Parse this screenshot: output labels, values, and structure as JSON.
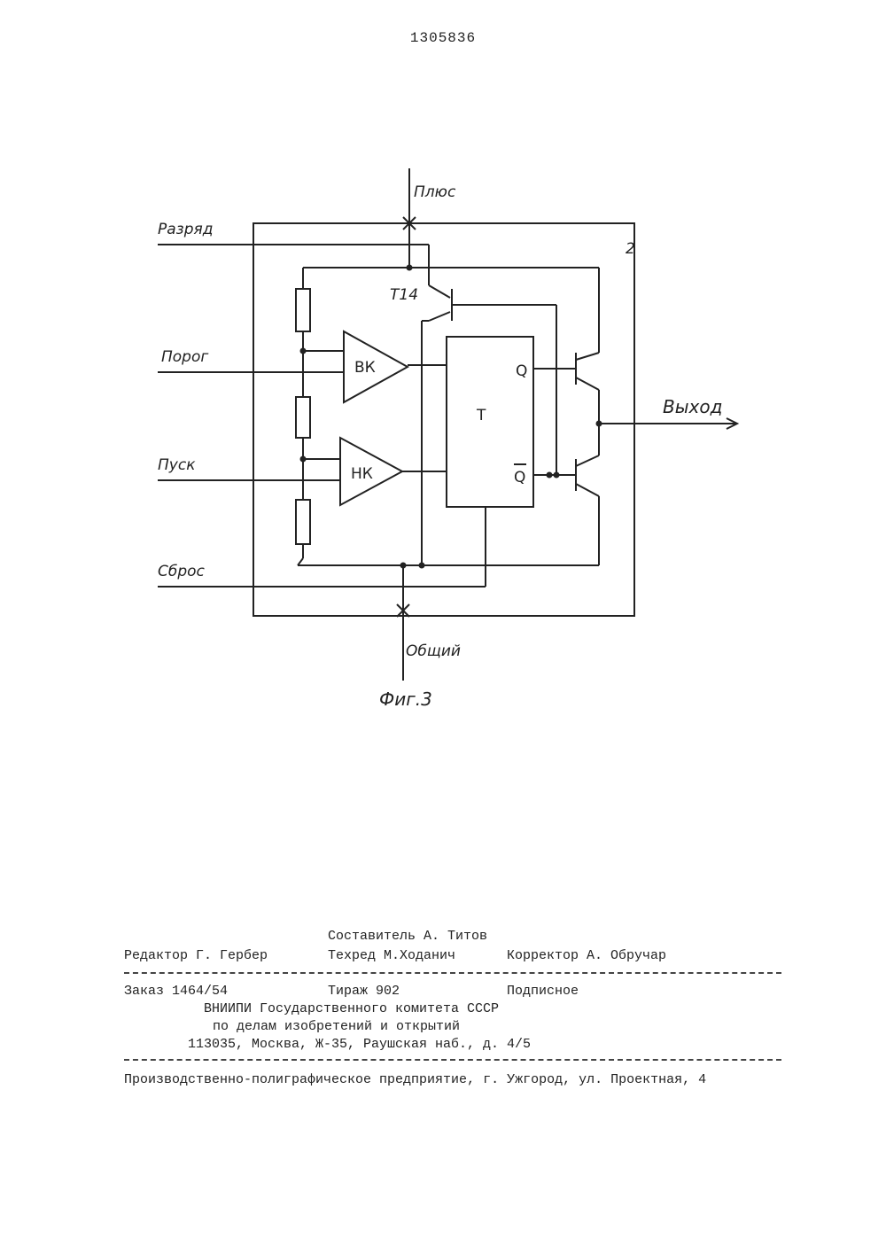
{
  "header": {
    "patent_number": "1305836"
  },
  "figure": {
    "caption": "Фиг.3",
    "block_number": "2",
    "inputs": {
      "discharge": "Разряд",
      "threshold": "Порог",
      "trigger": "Пуск",
      "reset": "Сброс"
    },
    "power": {
      "plus": "Плюс",
      "common": "Общий"
    },
    "output": "Выход",
    "transistor": "Т14",
    "comparator_high": "ВК",
    "comparator_low": "НК",
    "flipflop": {
      "name": "T",
      "q": "Q",
      "q_bar": "Q"
    }
  },
  "colophon": {
    "compiler": "Составитель А. Титов",
    "editor": "Редактор Г. Гербер",
    "techred": "Техред М.Ходанич",
    "corrector": "Корректор А. Обручар",
    "order": "Заказ 1464/54",
    "circulation": "Тираж 902",
    "subscription": "Подписное",
    "org_line1": "ВНИИПИ Государственного комитета СССР",
    "org_line2": "по делам изобретений и открытий",
    "address": "113035, Москва, Ж-35, Раушская наб., д. 4/5",
    "printer": "Производственно-полиграфическое предприятие, г. Ужгород, ул. Проектная, 4"
  }
}
